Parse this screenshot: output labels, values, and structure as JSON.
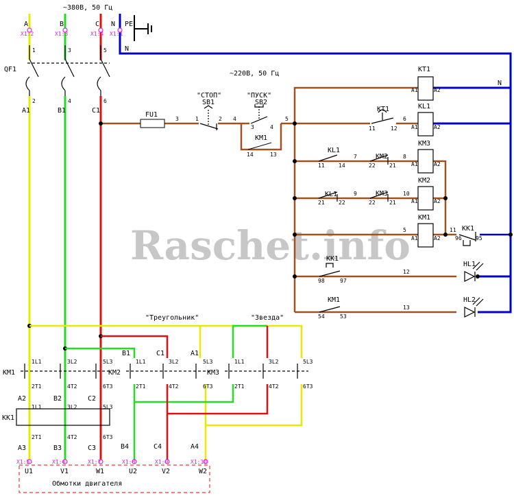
{
  "supply": {
    "main": "~380В, 50 Гц",
    "control": "~220В, 50 Гц"
  },
  "phases": [
    "A",
    "B",
    "C",
    "N",
    "PE"
  ],
  "terminals_top": [
    "X1:2",
    "X1:3",
    "X1:4",
    "X1:1"
  ],
  "breaker": "QF1",
  "breaker_pins_top": [
    "1",
    "3",
    "5"
  ],
  "breaker_pins_bot": [
    "2",
    "4",
    "6"
  ],
  "line_names": [
    "A1",
    "B1",
    "C1"
  ],
  "neutral": "N",
  "fuse": "FU1",
  "buttons": {
    "stop": "\"СТОП\"",
    "stop_ref": "SB1",
    "start": "\"ПУСК\"",
    "start_ref": "SB2"
  },
  "coils": [
    "KT1",
    "KL1",
    "KM3",
    "KM2",
    "KM1"
  ],
  "contacts": {
    "kt1": "KT1",
    "kl1": "KL1",
    "kl1b": "KL1",
    "km2": "KM2",
    "km3": "KM3",
    "kk1": "KK1",
    "kk1b": "KK1",
    "km1": "KM1",
    "km1_self": "KM1"
  },
  "nodes": {
    "n3": "3",
    "n4": "4",
    "n5": "5",
    "n6": "6",
    "n7": "7",
    "n8": "8",
    "n9": "9",
    "n10": "10",
    "n5b": "5",
    "n11": "11",
    "n12": "12",
    "n13": "13",
    "n1": "1",
    "n2": "2",
    "n3b": "3",
    "n4b": "4"
  },
  "pins": {
    "p11": "11",
    "p12": "12",
    "p14": "14",
    "p13": "13",
    "p11b": "11",
    "p14b": "14",
    "p21": "21",
    "p22": "22",
    "p21b": "21",
    "p22b": "22",
    "p21c": "21",
    "p22c": "22",
    "p96": "96",
    "p95": "95",
    "p98": "98",
    "p97": "97",
    "p54": "54",
    "p53": "53",
    "a1": "A1",
    "a2": "A2"
  },
  "lamps": [
    "HL1",
    "HL2"
  ],
  "power_labels": {
    "triangle": "\"Треугольник\"",
    "star": "\"Звезда\""
  },
  "contactors": [
    "KM1",
    "KM2",
    "KM3"
  ],
  "cont_pins_top": [
    "1L1",
    "3L2",
    "5L3"
  ],
  "cont_pins_bot": [
    "2T1",
    "4T2",
    "6T3"
  ],
  "relay": "KK1",
  "names": {
    "a2": "A2",
    "b2": "B2",
    "c2": "C2",
    "a3": "A3",
    "b3": "B3",
    "c3": "C3",
    "b1": "B1",
    "c1": "C1",
    "a1": "A1",
    "b4": "B4",
    "c4": "C4",
    "a4": "A4"
  },
  "terminals_bot": [
    "X1:5",
    "X1:6",
    "X1:7",
    "X1:8",
    "X1:9",
    "X1:10"
  ],
  "windings": [
    "U1",
    "V1",
    "W1",
    "U2",
    "V2",
    "W2"
  ],
  "motor_label": "Обмотки двигателя",
  "watermark": "Raschet.info",
  "colors": {
    "yellow": "#e8e800",
    "green": "#22dd22",
    "red": "#e01010",
    "blue": "#0000cc",
    "brown": "#a0521e",
    "black": "#000000",
    "magenta": "#e020e0",
    "dash": "#ff3333"
  }
}
